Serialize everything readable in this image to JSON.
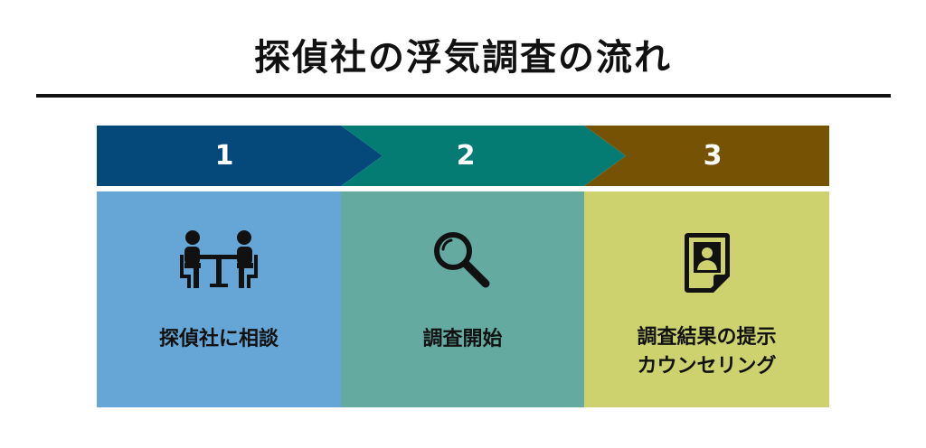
{
  "title": "探偵社の浮気調査の流れ",
  "colors": {
    "step1_arrow": "#04497a",
    "step2_arrow": "#047c74",
    "step3_arrow": "#765304",
    "step1_card": "#66a6d6",
    "step2_card": "#64aaa1",
    "step3_card": "#cdd26e"
  },
  "steps": [
    {
      "number": "1",
      "icon": "meeting-table-icon",
      "label_line1": "探偵社に相談",
      "label_line2": ""
    },
    {
      "number": "2",
      "icon": "magnifier-icon",
      "label_line1": "調査開始",
      "label_line2": ""
    },
    {
      "number": "3",
      "icon": "profile-document-icon",
      "label_line1": "調査結果の提示",
      "label_line2": "カウンセリング"
    }
  ]
}
